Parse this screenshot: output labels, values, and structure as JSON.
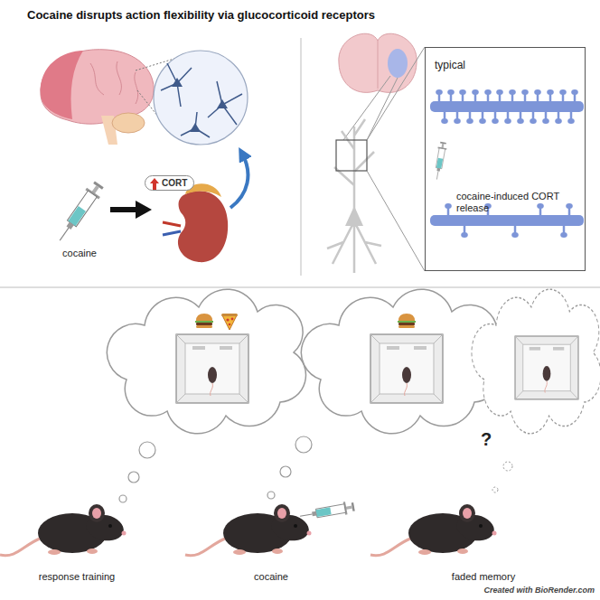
{
  "diagram": {
    "title": "Cocaine disrupts action flexibility via glucocorticoid receptors",
    "nodes": [
      {
        "text": [
          "CORT"
        ]
      },
      {
        "text": [
          "typical",
          "cocaine-induced CORT release"
        ]
      }
    ],
    "labels": [
      "cocaine",
      "response training",
      "cocaine",
      "faded memory",
      "?",
      "Created with BioRender.com"
    ]
  }
}
